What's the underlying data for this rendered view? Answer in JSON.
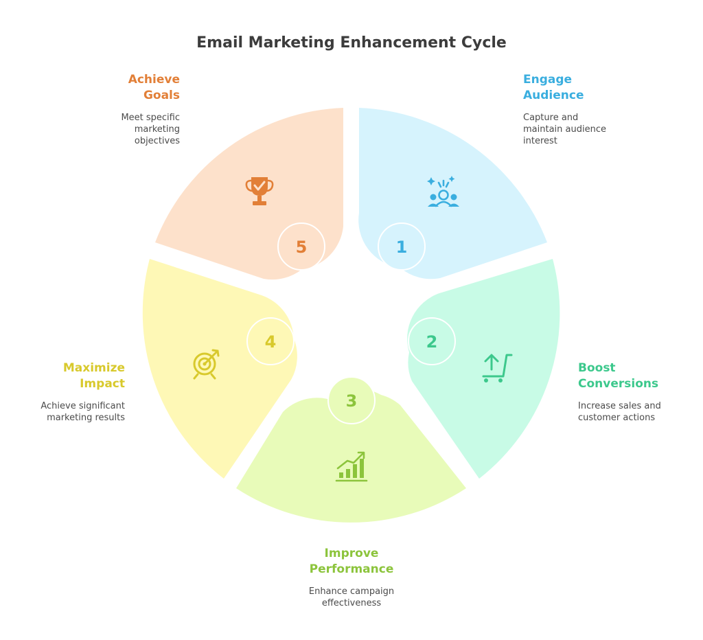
{
  "title": "Email Marketing Enhancement Cycle",
  "colors": {
    "s1_fill": "#d6f3fd",
    "s1_accent": "#3aaedf",
    "s2_fill": "#c8fbe6",
    "s2_accent": "#3cc88c",
    "s3_fill": "#e8fbb9",
    "s3_accent": "#8cc43c",
    "s4_fill": "#fef8b6",
    "s4_accent": "#d8c92c",
    "s5_fill": "#fde1cb",
    "s5_accent": "#e27f37"
  },
  "steps": [
    {
      "number": "1",
      "title_line1": "Engage",
      "title_line2": "Audience",
      "desc_line1": "Capture and",
      "desc_line2": "maintain audience",
      "desc_line3": "interest",
      "icon": "audience-group-icon"
    },
    {
      "number": "2",
      "title_line1": "Boost",
      "title_line2": "Conversions",
      "desc_line1": "Increase sales and",
      "desc_line2": "customer actions",
      "icon": "shopping-cart-upload-icon"
    },
    {
      "number": "3",
      "title_line1": "Improve",
      "title_line2": "Performance",
      "desc_line1": "Enhance campaign",
      "desc_line2": "effectiveness",
      "icon": "growth-chart-icon"
    },
    {
      "number": "4",
      "title_line1": "Maximize",
      "title_line2": "Impact",
      "desc_line1": "Achieve significant",
      "desc_line2": "marketing results",
      "icon": "target-arrow-icon"
    },
    {
      "number": "5",
      "title_line1": "Achieve",
      "title_line2": "Goals",
      "desc_line1": "Meet specific",
      "desc_line2": "marketing",
      "desc_line3": "objectives",
      "icon": "trophy-check-icon"
    }
  ]
}
